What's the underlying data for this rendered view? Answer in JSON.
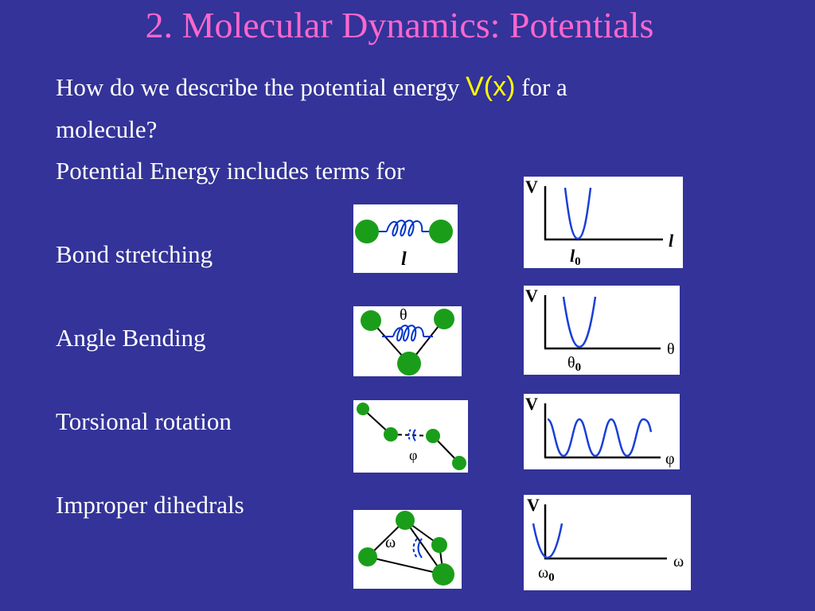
{
  "slide": {
    "title": "2. Molecular Dynamics: Potentials",
    "intro_before": "How do we describe the potential energy ",
    "intro_symbol": "V(x)",
    "intro_after": " for a",
    "intro_line2": "molecule?",
    "includes": "Potential Energy includes terms for",
    "terms": [
      "Bond stretching",
      "Angle Bending",
      "Torsional rotation",
      "Improper dihedrals"
    ]
  },
  "figures": {
    "bond": {
      "symbol": "l"
    },
    "angle": {
      "symbol": "θ"
    },
    "torsion": {
      "symbol": "φ"
    },
    "improper": {
      "symbol": "ω"
    }
  },
  "plots": {
    "bond": {
      "ylabel": "V",
      "xlabel": "l",
      "min_label": "l",
      "min_sub": "0"
    },
    "angle": {
      "ylabel": "V",
      "xlabel": "θ",
      "min_label": "θ",
      "min_sub": "0"
    },
    "torsion": {
      "ylabel": "V",
      "xlabel": "φ"
    },
    "improper": {
      "ylabel": "V",
      "xlabel": "ω",
      "min_label": "ω",
      "min_sub": "0"
    }
  },
  "colors": {
    "background": "#333399",
    "title": "#ff66cc",
    "text": "#ffffff",
    "symbol": "#ffff00",
    "atom": "#1a9e1a",
    "spring": "#0033cc",
    "curve": "#1a3fd6"
  }
}
